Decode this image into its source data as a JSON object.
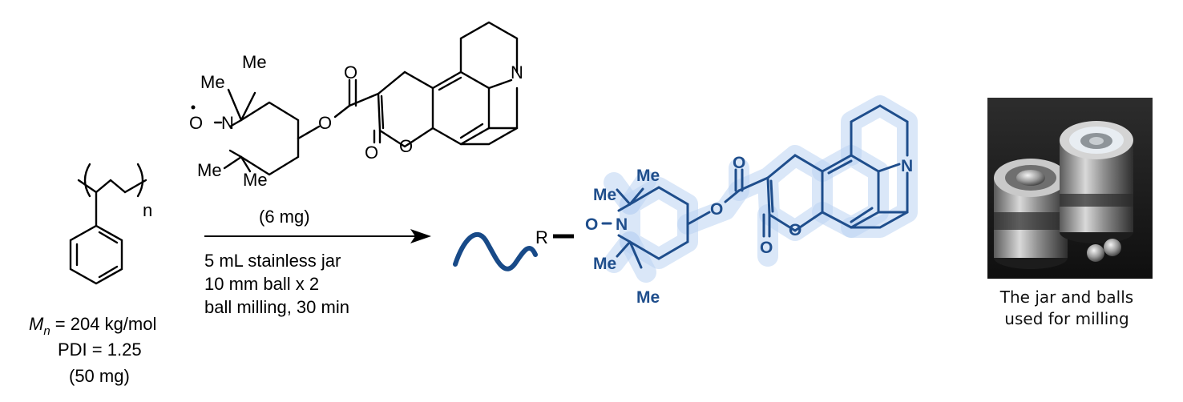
{
  "colors": {
    "product": "#1f4e8c",
    "glow": "#bcd3f2",
    "polymer_wave": "#184a88"
  },
  "tempo_reagent": {
    "labels": {
      "me1": "Me",
      "me2": "Me",
      "me3": "Me",
      "me4": "Me",
      "radical_o": "O",
      "n": "N",
      "ester_o": "O",
      "carbonyl_o": "O",
      "ring_o": "O",
      "lactone_o": "O",
      "julolidine_n": "N"
    },
    "amount": "(6 mg)"
  },
  "polystyrene": {
    "repeat_subscript": "n",
    "mn_symbol": "M",
    "mn_subscript": "n",
    "mn_value": " = 204 kg/mol",
    "pdi": "PDI = 1.25",
    "amount": "(50 mg)"
  },
  "conditions": [
    "5 mL stainless jar",
    "10 mm ball x 2",
    "ball milling, 30 min"
  ],
  "product": {
    "r_label": "R",
    "labels": {
      "me1": "Me",
      "me2": "Me",
      "me3": "Me",
      "me4": "Me",
      "o": "O",
      "n": "N",
      "ester_o": "O",
      "carbonyl_o": "O",
      "ring_o": "O",
      "lactone_o": "O",
      "julolidine_n": "N"
    }
  },
  "photo": {
    "caption_line1": "The jar and balls",
    "caption_line2": "used for milling"
  }
}
